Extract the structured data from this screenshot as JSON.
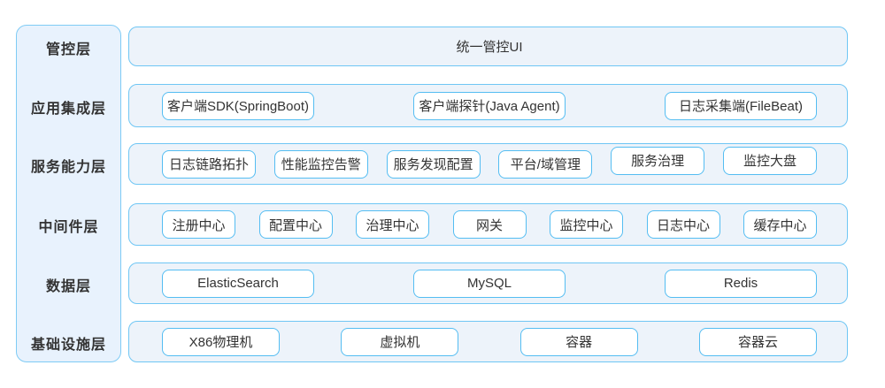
{
  "diagram": {
    "layers": [
      {
        "id": "control",
        "label": "管控层",
        "items": [
          "统一管控UI"
        ]
      },
      {
        "id": "integration",
        "label": "应用集成层",
        "items": [
          "客户端SDK(SpringBoot)",
          "客户端探针(Java Agent)",
          "日志采集端(FileBeat)"
        ]
      },
      {
        "id": "capability",
        "label": "服务能力层",
        "items": [
          "日志链路拓扑",
          "性能监控告警",
          "服务发现配置",
          "平台/域管理",
          "服务治理",
          "监控大盘"
        ]
      },
      {
        "id": "middleware",
        "label": "中间件层",
        "items": [
          "注册中心",
          "配置中心",
          "治理中心",
          "网关",
          "监控中心",
          "日志中心",
          "缓存中心"
        ]
      },
      {
        "id": "data",
        "label": "数据层",
        "items": [
          "ElasticSearch",
          "MySQL",
          "Redis"
        ]
      },
      {
        "id": "infrastructure",
        "label": "基础设施层",
        "items": [
          "X86物理机",
          "虚拟机",
          "容器",
          "容器云"
        ]
      }
    ],
    "colors": {
      "item_border": "#54bdf2",
      "row_border": "#6fc6f4",
      "sidebar_border": "#7fcbf5",
      "row_fill": "#edf3fa",
      "sidebar_fill": "#e8f2fd",
      "item_fill": "#ffffff",
      "text": "#333333"
    }
  }
}
